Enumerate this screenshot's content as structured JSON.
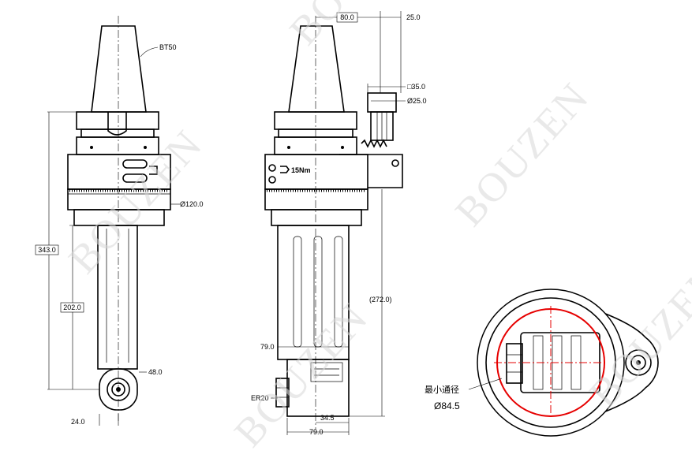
{
  "watermark": "BOUZEN",
  "view_front": {
    "taper_label": "BT50",
    "dia_flange": "Ø120.0",
    "total_length": "343.0",
    "spindle_length": "202.0",
    "dia_head": "48.0",
    "offset_bottom": "24.0"
  },
  "view_side": {
    "top_width": "80.0",
    "top_offset": "25.0",
    "sq_size": "□35.0",
    "dia_knob": "Ø25.0",
    "torque": "15Nm",
    "ref_length": "(272.0)",
    "head_height": "79.0",
    "collet": "ER20",
    "bottom_offset": "34.5",
    "bottom_width": "79.0"
  },
  "view_bottom": {
    "min_clearance_label": "最小通径",
    "min_clearance_value": "Ø84.5"
  }
}
